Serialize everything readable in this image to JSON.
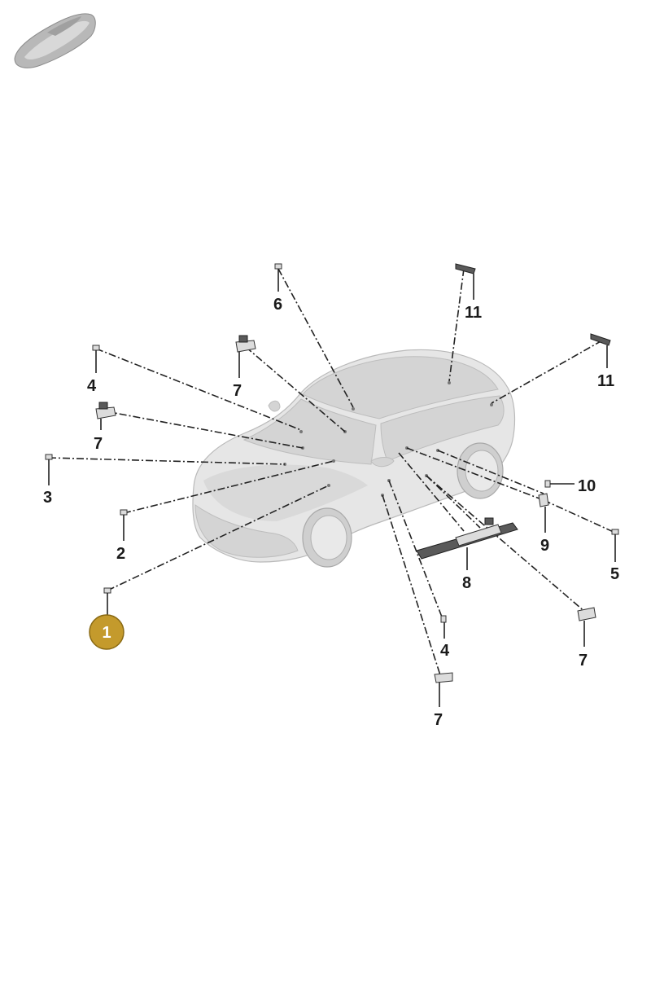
{
  "badge": {
    "number": "1",
    "color": "#c49a2c"
  },
  "callouts": [
    {
      "id": "c6",
      "label": "6"
    },
    {
      "id": "c11a",
      "label": "11"
    },
    {
      "id": "c11b",
      "label": "11"
    },
    {
      "id": "c4a",
      "label": "4"
    },
    {
      "id": "c7a",
      "label": "7"
    },
    {
      "id": "c7b",
      "label": "7"
    },
    {
      "id": "c3",
      "label": "3"
    },
    {
      "id": "c2",
      "label": "2"
    },
    {
      "id": "c10",
      "label": "10"
    },
    {
      "id": "c9",
      "label": "9"
    },
    {
      "id": "c5",
      "label": "5"
    },
    {
      "id": "c8",
      "label": "8"
    },
    {
      "id": "c4b",
      "label": "4"
    },
    {
      "id": "c7c",
      "label": "7"
    },
    {
      "id": "c7d",
      "label": "7"
    }
  ]
}
